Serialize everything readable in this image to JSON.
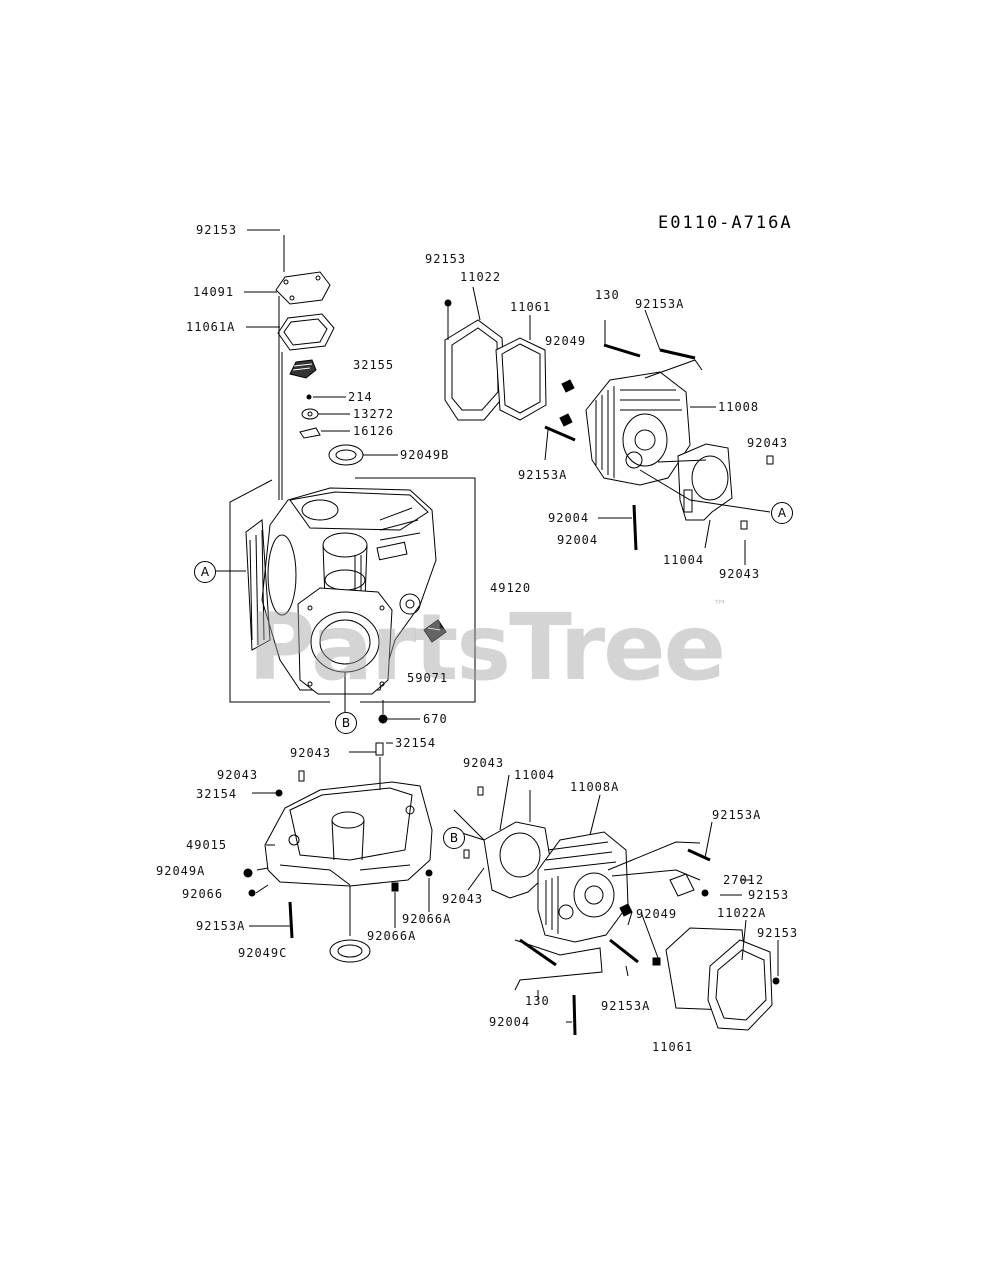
{
  "drawing_id": "E0110-A716A",
  "watermark": "PartsTree",
  "watermark_tm": "™",
  "callouts": {
    "a": "A",
    "b": "B"
  },
  "labels": {
    "l92153_top": "92153",
    "l14091": "14091",
    "l11061A": "11061A",
    "l32155": "32155",
    "l214": "214",
    "l13272": "13272",
    "l16126": "16126",
    "l92049B": "92049B",
    "l49120": "49120",
    "l59071": "59071",
    "l670": "670",
    "l92153_r": "92153",
    "l11022": "11022",
    "l11061_r": "11061",
    "l130_r": "130",
    "l92153A_r1": "92153A",
    "l92049_r": "92049",
    "l11008": "11008",
    "l92043_r1": "92043",
    "l92153A_r2": "92153A",
    "l92004_r1": "92004",
    "l92004_r2": "92004",
    "l11004_r": "11004",
    "l92043_r2": "92043",
    "l92043_c1": "92043",
    "l32154_c1": "32154",
    "l92043_c2": "92043",
    "l32154_c2": "32154",
    "l49015": "49015",
    "l92049A": "92049A",
    "l92066": "92066",
    "l92153A_c": "92153A",
    "l92049C": "92049C",
    "l92066A_1": "92066A",
    "l92066A_2": "92066A",
    "l92043_h1": "92043",
    "l11004_h": "11004",
    "l11008A": "11008A",
    "l92153A_h1": "92153A",
    "l27012": "27012",
    "l92153_h": "92153",
    "l92043_h2": "92043",
    "l92049_h": "92049",
    "l11022A": "11022A",
    "l92153_h2": "92153",
    "l130_h": "130",
    "l92153A_h2": "92153A",
    "l92004_h": "92004",
    "l11061_h": "11061"
  }
}
